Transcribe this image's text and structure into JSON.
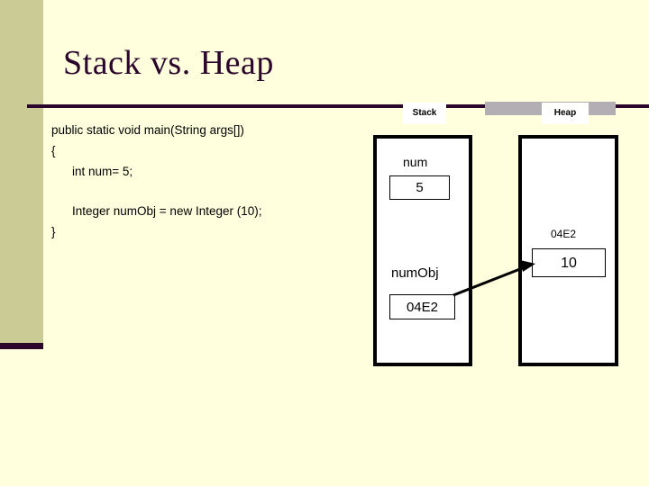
{
  "slide": {
    "title": "Stack vs. Heap",
    "background_color": "#ffffdd",
    "accent_color": "#2b052c",
    "band_color": "#cbcb96"
  },
  "code": {
    "lines": [
      "public static void main(String args[])",
      "{",
      "int num= 5;",
      "Integer numObj = new Integer (10);",
      "}"
    ],
    "line_0": "public static void main(String args[])",
    "line_1": "{",
    "line_2": "int num= 5;",
    "line_3": "Integer numObj = new Integer (10);",
    "line_4": "}"
  },
  "diagram": {
    "stack": {
      "label": "Stack",
      "entries": [
        {
          "name": "num",
          "value": "5"
        },
        {
          "name": "numObj",
          "value": "04E2"
        }
      ],
      "entry_0_name": "num",
      "entry_0_value": "5",
      "entry_1_name": "numObj",
      "entry_1_value": "04E2"
    },
    "heap": {
      "label": "Heap",
      "address": "04E2",
      "value": "10"
    },
    "arrow": {
      "from": "stack numObj cell",
      "to": "heap value cell"
    }
  }
}
